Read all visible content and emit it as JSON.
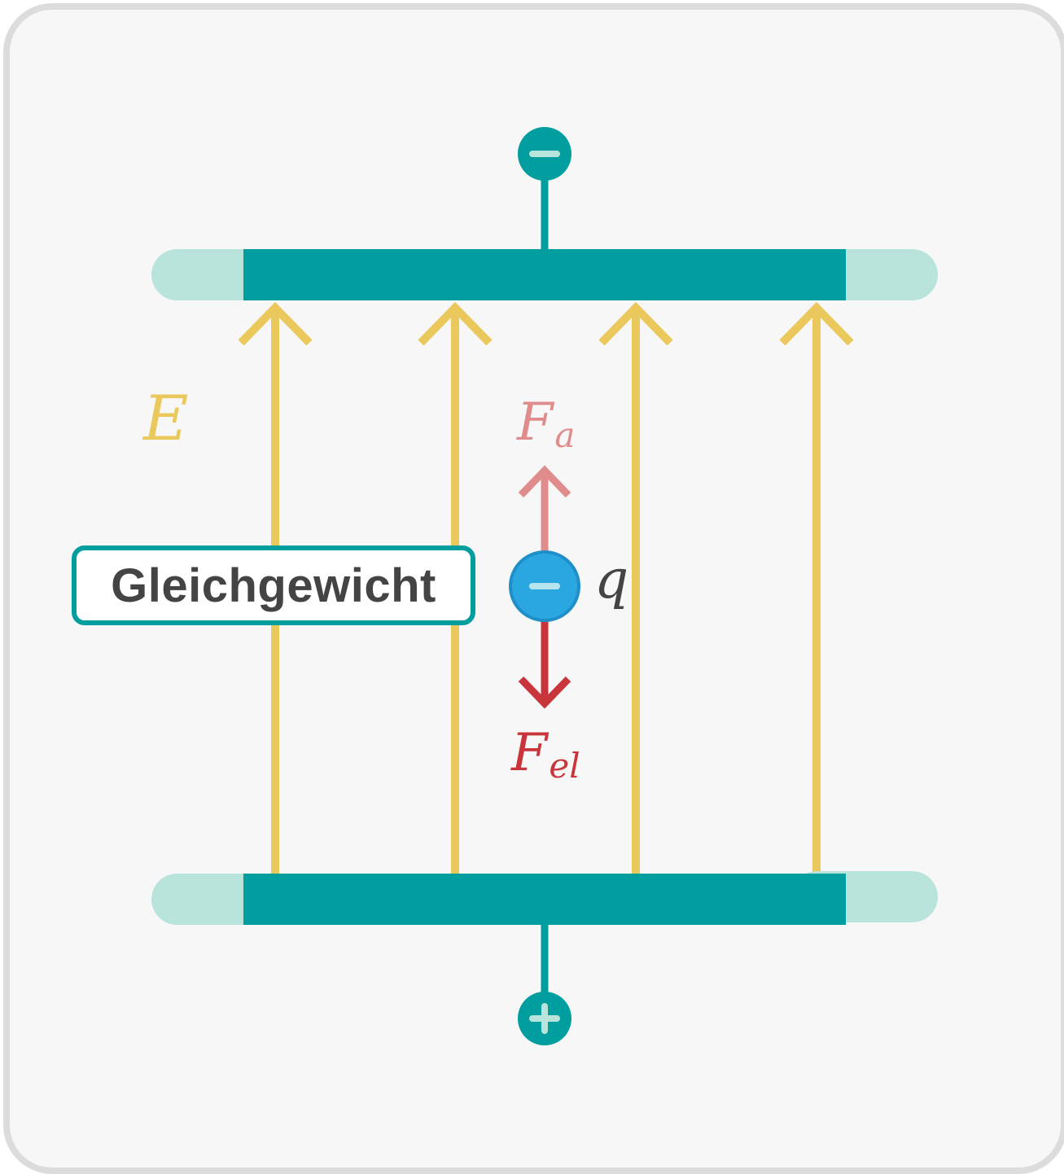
{
  "diagram": {
    "field_label": "E",
    "force_up_label": {
      "main": "F",
      "sub": "a"
    },
    "force_down_label": {
      "main": "F",
      "sub": "el"
    },
    "charge_label": "q",
    "state_label": "Gleichgewicht",
    "top_terminal_sign": "−",
    "bottom_terminal_sign": "+",
    "particle_sign": "−"
  },
  "colors": {
    "plate": "#009e9f",
    "plate_cap": "#b8e4db",
    "field_lines": "#ebc85c",
    "force_up": "#e08c8c",
    "force_down": "#c8363c",
    "particle": "#2aa6e0",
    "text_dark": "#444444"
  },
  "icons": [
    "minus-icon",
    "plus-icon"
  ]
}
